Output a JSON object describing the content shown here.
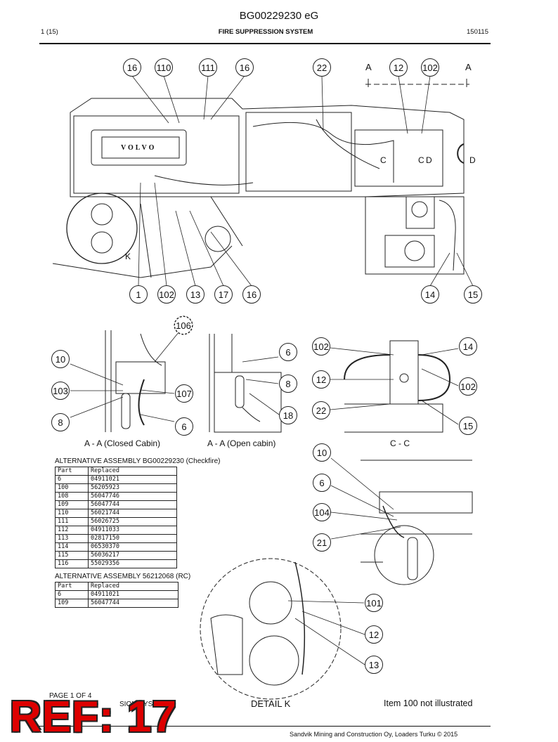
{
  "header": {
    "doc_id": "BG00229230 eG",
    "page": "1 (15)",
    "section": "FIRE SUPPRESSION SYSTEM",
    "code": "150115"
  },
  "main_view": {
    "callouts_top": [
      "16",
      "110",
      "111",
      "16",
      "22",
      "12",
      "102"
    ],
    "section_marks": [
      "A",
      "A"
    ],
    "callouts_bottom": [
      "1",
      "102",
      "13",
      "17",
      "16",
      "14",
      "15"
    ],
    "view_letters": [
      "C",
      "C",
      "D",
      "D",
      "K"
    ],
    "engine_label": "VOLVO"
  },
  "views": {
    "closed_cabin": {
      "caption": "A - A (Closed Cabin)",
      "callouts": [
        "106",
        "10",
        "103",
        "107",
        "8",
        "6"
      ]
    },
    "open_cabin": {
      "caption": "A - A (Open cabin)",
      "callouts": [
        "6",
        "8",
        "18"
      ]
    },
    "section_cc": {
      "caption": "C - C",
      "callouts": [
        "102",
        "14",
        "12",
        "102",
        "22",
        "15"
      ]
    },
    "detail_d": {
      "callouts": [
        "10",
        "6",
        "104",
        "21"
      ]
    },
    "detail_k": {
      "caption": "DETAIL K",
      "callouts": [
        "101",
        "12",
        "13"
      ]
    }
  },
  "table1": {
    "title": "ALTERNATIVE ASSEMBLY BG00229230 (Checkfire)",
    "headers": [
      "Part",
      "Replaced"
    ],
    "rows": [
      [
        "6",
        "04911021"
      ],
      [
        "100",
        "56205923"
      ],
      [
        "108",
        "56047746"
      ],
      [
        "109",
        "56047744"
      ],
      [
        "110",
        "56021744"
      ],
      [
        "111",
        "56026725"
      ],
      [
        "112",
        "04911033"
      ],
      [
        "113",
        "02817150"
      ],
      [
        "114",
        "06530370"
      ],
      [
        "115",
        "56036217"
      ],
      [
        "116",
        "55029356"
      ]
    ]
  },
  "table2": {
    "title": "ALTERNATIVE ASSEMBLY 56212068 (RC)",
    "headers": [
      "Part",
      "Replaced"
    ],
    "rows": [
      [
        "6",
        "04911021"
      ],
      [
        "109",
        "56047744"
      ]
    ]
  },
  "footer": {
    "page_of": "PAGE 1 OF 4",
    "system_partial": "SION SYST",
    "note": "Item 100 not illustrated",
    "copyright": "Sandvik Mining and Construction Oy, Loaders Turku © 2015"
  },
  "stamp": "REF: 17"
}
